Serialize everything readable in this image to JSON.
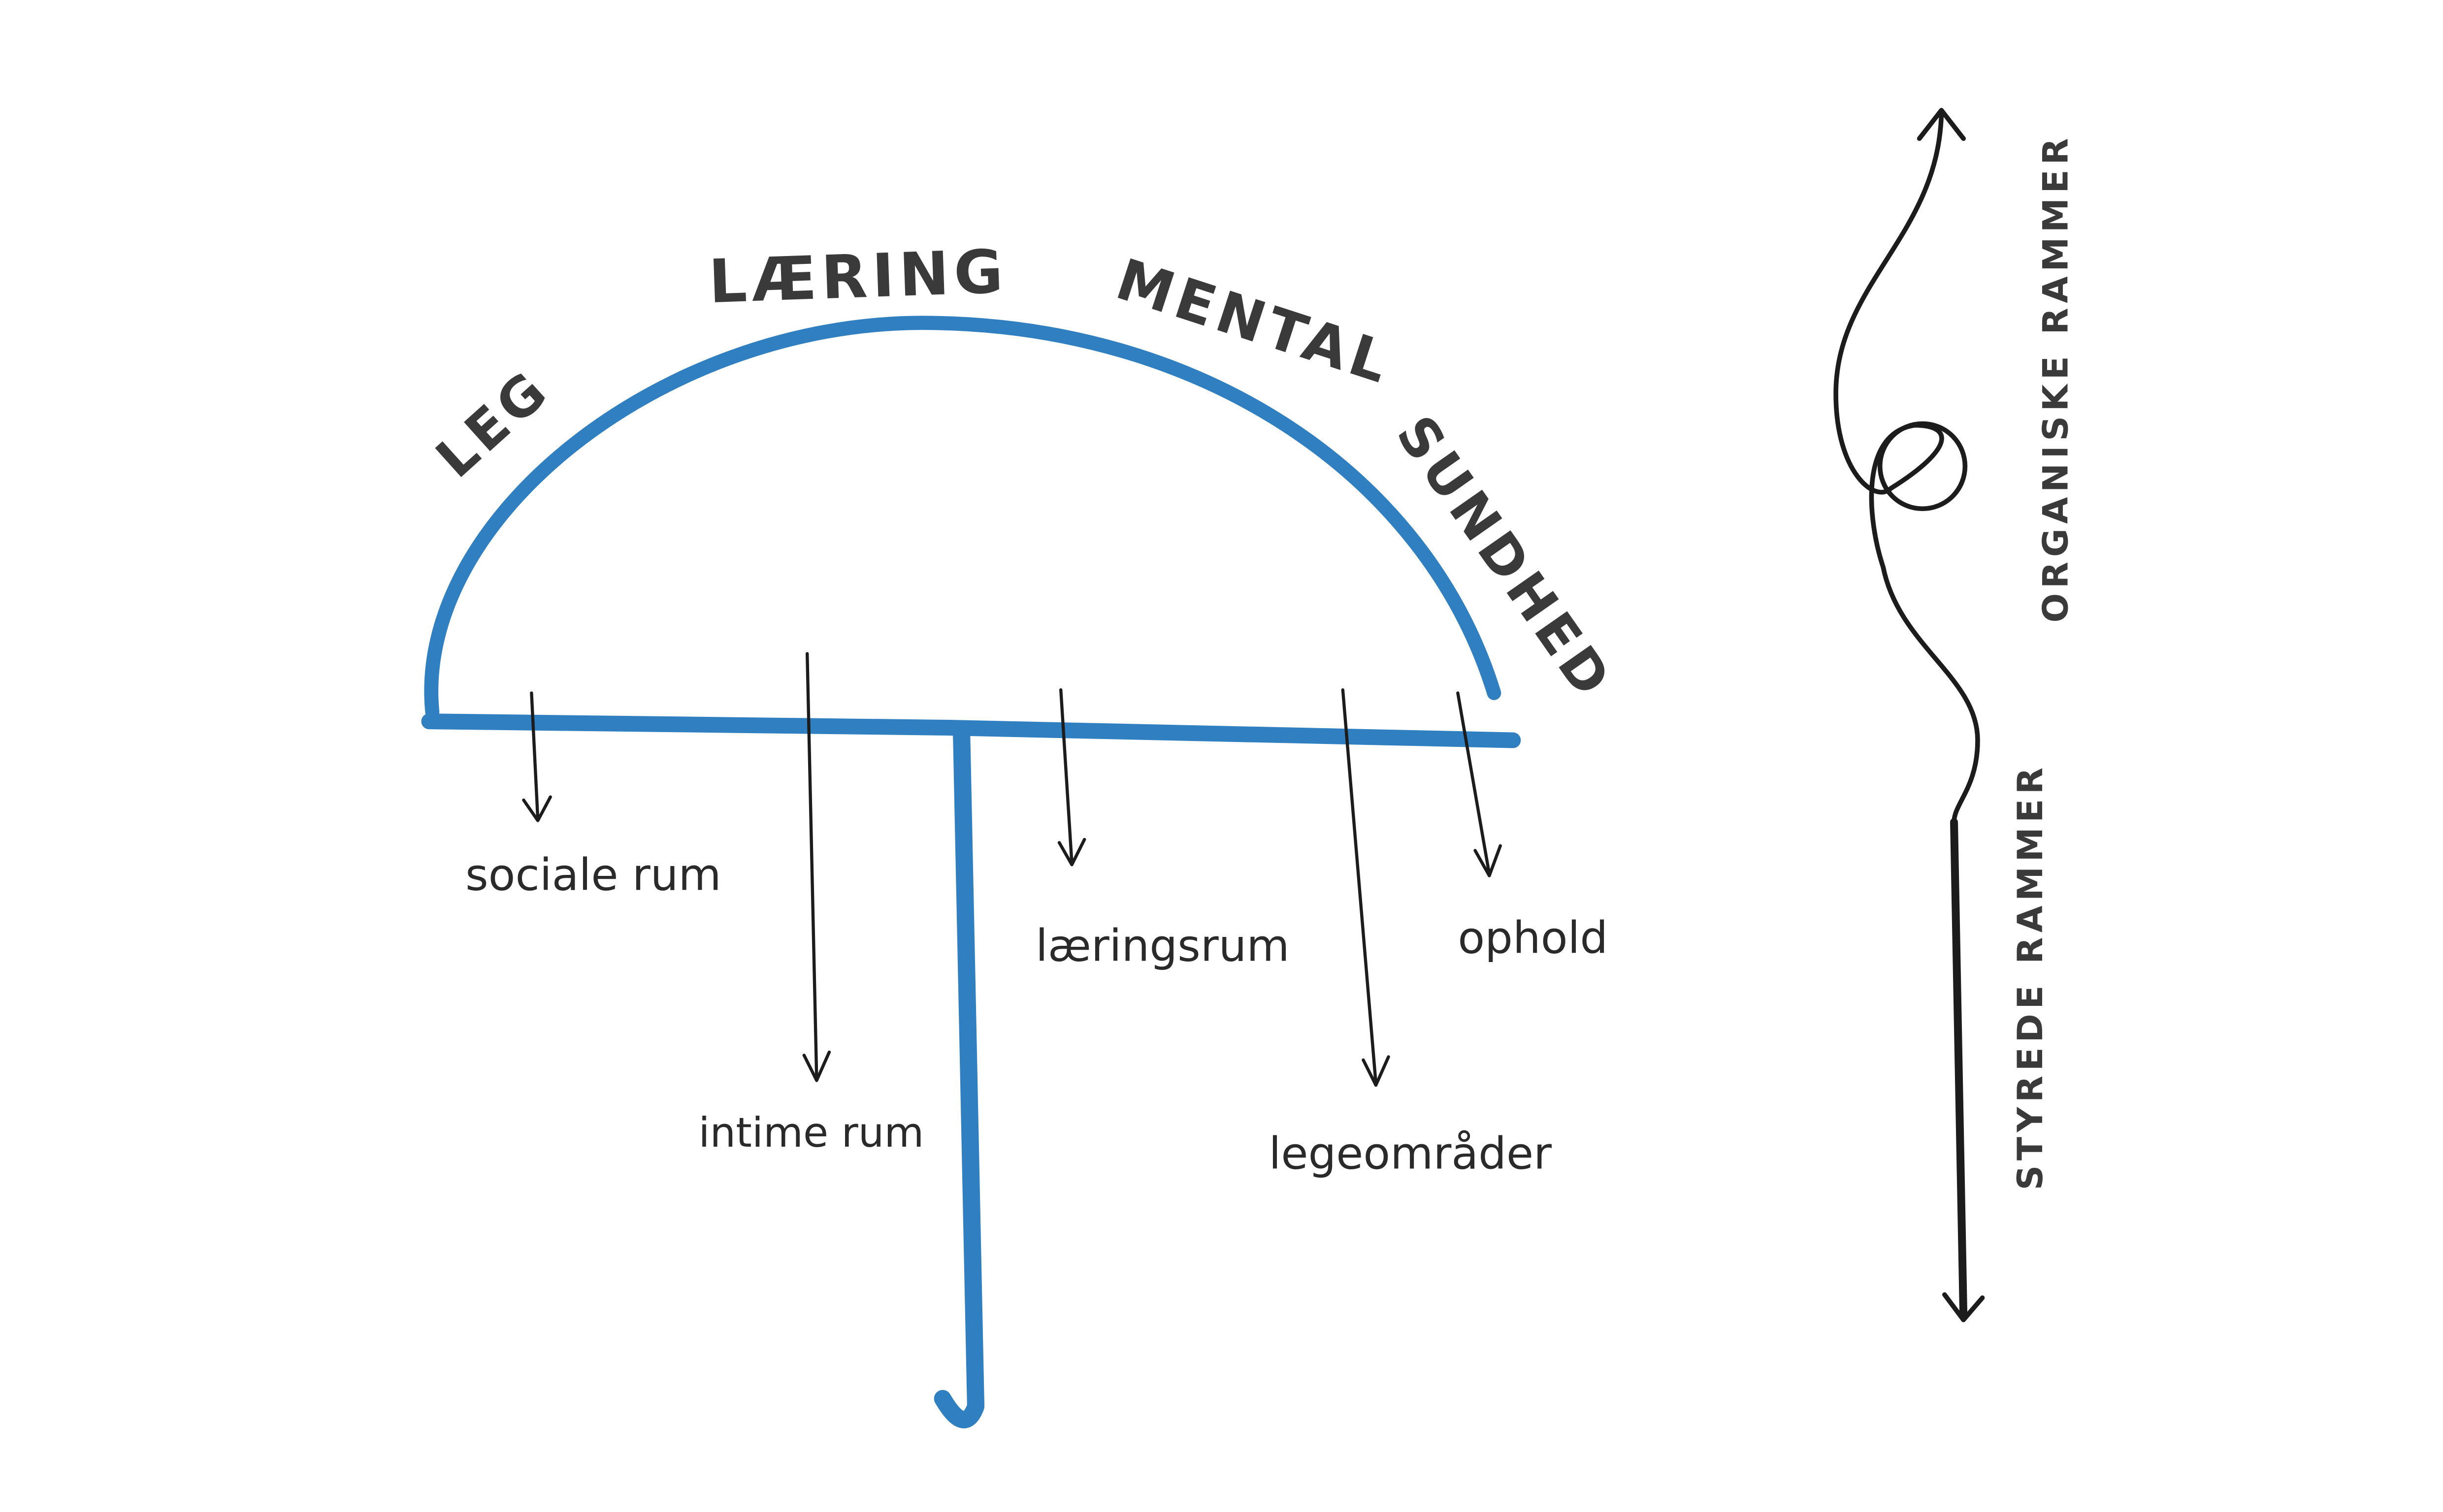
{
  "umbrella": {
    "canopy_words": {
      "leg": "LEG",
      "laering": "LÆRING",
      "mental": "MENTAL",
      "sundhed": "SUNDHED"
    },
    "spaces": [
      "sociale rum",
      "intime rum",
      "læringsrum",
      "legeområder",
      "ophold"
    ]
  },
  "axis": {
    "top_label": "ORGANISKE RAMMER",
    "bottom_label": "STYREDE RAMMER"
  },
  "colors": {
    "umbrella": "#2f7fc1",
    "ink": "#1c1c1c"
  }
}
